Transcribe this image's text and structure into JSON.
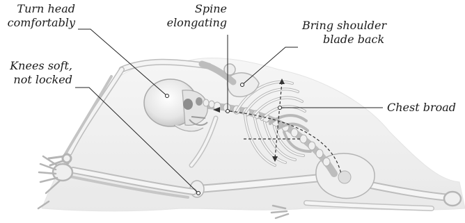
{
  "annotations": {
    "turn_head": [
      "Turn head",
      "comfortably"
    ],
    "spine": [
      "Spine",
      "elongating"
    ],
    "shoulder": [
      "Bring shoulder",
      "blade back"
    ],
    "knees": [
      "Knees soft,",
      "not locked"
    ],
    "chest": [
      "Chest broad"
    ]
  },
  "colors": {
    "bone_fill": "#f2f2f2",
    "bone_stroke": "#b8b8b8",
    "bone_shade": "#d9d9d9",
    "body_silhouette": "#ececec",
    "leader_line": "#222222",
    "guide_dashed": "#333333",
    "text": "#1a1a1a"
  }
}
